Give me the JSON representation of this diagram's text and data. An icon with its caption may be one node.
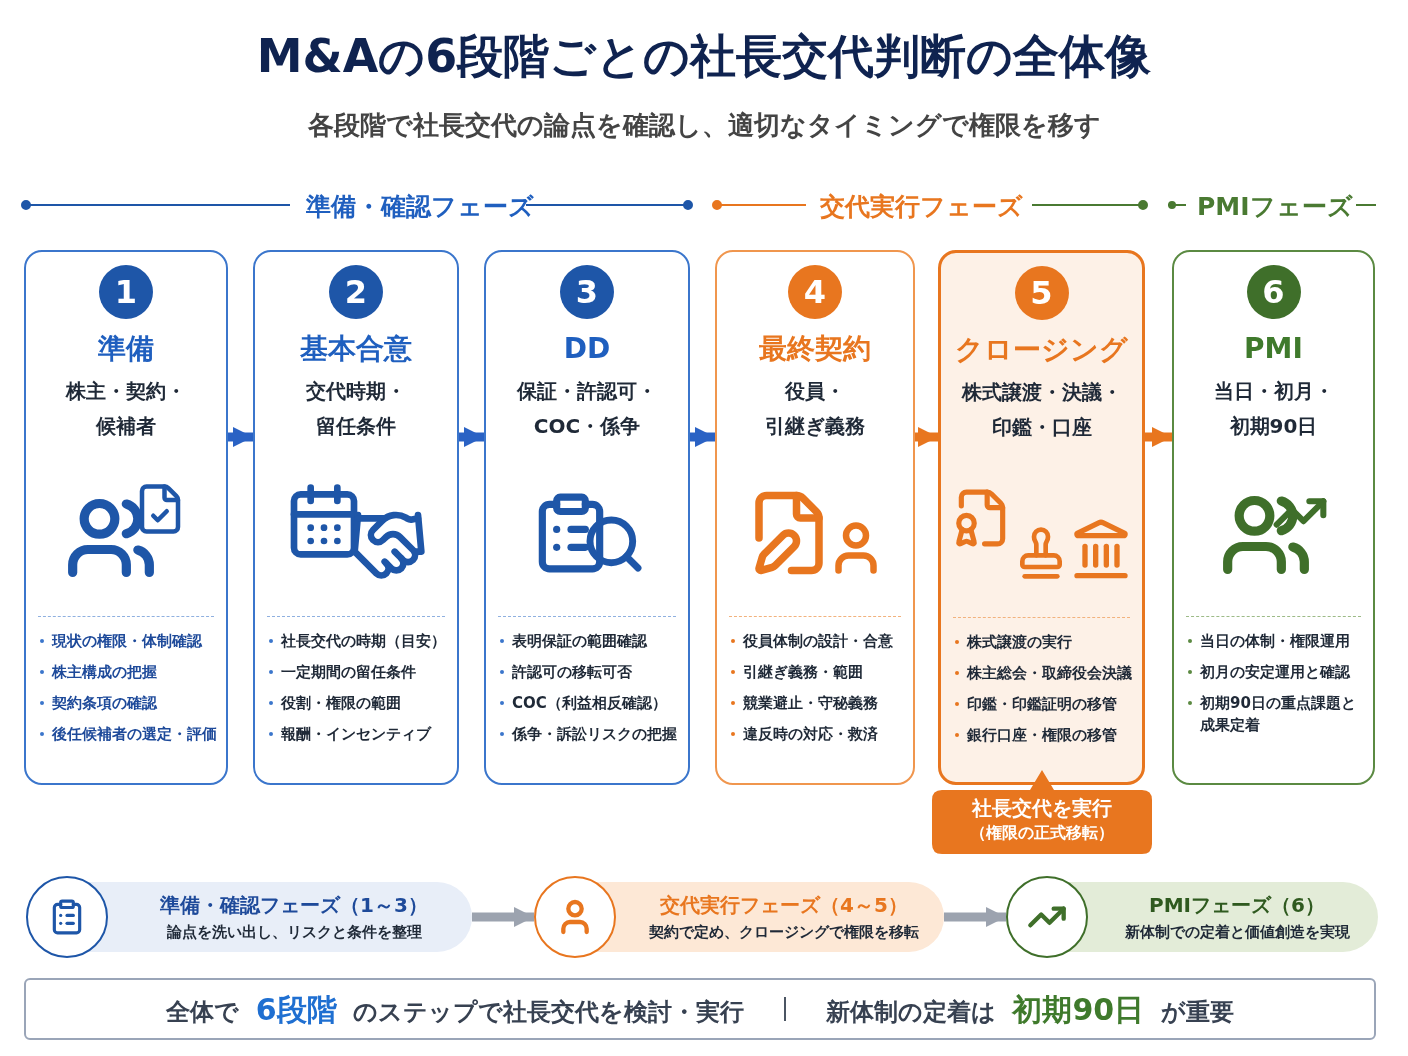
{
  "diagram": {
    "title": "M&Aの6段階ごとの社長交代判断の全体像",
    "nodes": [
      {
        "text": [
          "1",
          "準備",
          "株主・契約・候補者",
          "現状の権限・体制確認",
          "株主構成の把握",
          "契約条項の確認",
          "後任候補者の選定・評価"
        ]
      },
      {
        "text": [
          "2",
          "基本合意",
          "交代時期・留任条件",
          "社長交代の時期（目安）",
          "一定期間の留任条件",
          "役割・権限の範囲",
          "報酬・インセンティブ"
        ]
      },
      {
        "text": [
          "3",
          "DD",
          "保証・許認可・COC・係争",
          "表明保証の範囲確認",
          "許認可の移転可否",
          "COC（利益相反確認）",
          "係争・訴訟リスクの把握"
        ]
      },
      {
        "text": [
          "4",
          "最終契約",
          "役員・引継ぎ義務",
          "役員体制の設計・合意",
          "引継ぎ義務・範囲",
          "競業避止・守秘義務",
          "違反時の対応・救済"
        ]
      },
      {
        "text": [
          "5",
          "クロージング",
          "株式譲渡・決議・印鑑・口座",
          "株式譲渡の実行",
          "株主総会・取締役会決議",
          "印鑑・印鑑証明の移管",
          "銀行口座・権限の移管"
        ]
      },
      {
        "text": [
          "6",
          "PMI",
          "当日・初月・初期90日",
          "当日の体制・権限運用",
          "初月の安定運用と確認",
          "初期90日の重点課題と成果定着"
        ]
      },
      {
        "text": [
          "社長交代を実行",
          "（権限の正式移転）"
        ]
      },
      {
        "text": [
          "準備・確認フェーズ（1～3）",
          "論点を洗い出し、リスクと条件を整理"
        ]
      },
      {
        "text": [
          "交代実行フェーズ（4～5）",
          "契約で定め、クロージングで権限を移転"
        ]
      },
      {
        "text": [
          "PMIフェーズ（6）",
          "新体制での定着と価値創造を実現"
        ]
      },
      {
        "text": [
          "全体で **6段階** のステップで社長交代を検討・実行",
          "新体制の定着は **初期90日** が重要"
        ]
      }
    ],
    "edges": [
      {
        "from": 0,
        "to": 1,
        "arrow": "to"
      },
      {
        "from": 1,
        "to": 2,
        "arrow": "to"
      },
      {
        "from": 2,
        "to": 3,
        "arrow": "to"
      },
      {
        "from": 3,
        "to": 4,
        "arrow": "to",
        "color": "#e8761f"
      },
      {
        "from": 4,
        "to": 5,
        "arrow": "to",
        "color": "#e8761f"
      },
      {
        "from": 7,
        "to": 8,
        "arrow": "to",
        "color": "#9ca3af"
      },
      {
        "from": 8,
        "to": 9,
        "arrow": "to",
        "color": "#9ca3af"
      }
    ],
    "labels": [
      "各段階で社長交代の論点を確認し、適切なタイミングで権限を移す",
      "準備・確認フェーズ",
      "交代実行フェーズ",
      "PMIフェーズ"
    ]
  }
}
